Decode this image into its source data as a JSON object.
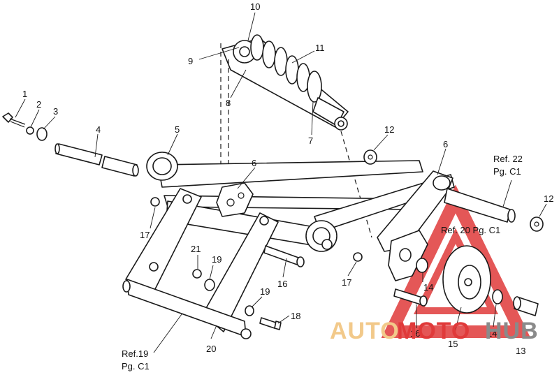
{
  "diagram": {
    "callouts": [
      {
        "id": "c1",
        "text": "1"
      },
      {
        "id": "c2",
        "text": "2"
      },
      {
        "id": "c3",
        "text": "3"
      },
      {
        "id": "c4",
        "text": "4"
      },
      {
        "id": "c5",
        "text": "5"
      },
      {
        "id": "c6a",
        "text": "6"
      },
      {
        "id": "c6b",
        "text": "6"
      },
      {
        "id": "c7",
        "text": "7"
      },
      {
        "id": "c8",
        "text": "8"
      },
      {
        "id": "c9",
        "text": "9"
      },
      {
        "id": "c10",
        "text": "10"
      },
      {
        "id": "c11",
        "text": "11"
      },
      {
        "id": "c12a",
        "text": "12"
      },
      {
        "id": "c12b",
        "text": "12"
      },
      {
        "id": "c13",
        "text": "13"
      },
      {
        "id": "c14a",
        "text": "14"
      },
      {
        "id": "c14b",
        "text": "14"
      },
      {
        "id": "c15",
        "text": "15"
      },
      {
        "id": "c16a",
        "text": "16"
      },
      {
        "id": "c16b",
        "text": "16"
      },
      {
        "id": "c17a",
        "text": "17"
      },
      {
        "id": "c17b",
        "text": "17"
      },
      {
        "id": "c18",
        "text": "18"
      },
      {
        "id": "c19a",
        "text": "19"
      },
      {
        "id": "c19b",
        "text": "19"
      },
      {
        "id": "c20",
        "text": "20"
      },
      {
        "id": "c21",
        "text": "21"
      }
    ],
    "references": {
      "ref22_line1": "Ref. 22",
      "ref22_line2": "Pg. C1",
      "ref20": "Ref. 20 Pg. C1",
      "ref19_line1": "Ref.19",
      "ref19_line2": "Pg. C1"
    }
  },
  "watermark": {
    "part1": "AUTO",
    "part2": "MOTO",
    "part3": "HUB",
    "colors": {
      "auto": "#f2c98a",
      "moto": "#e03a3a",
      "hub": "#8a8a8a",
      "logo": "#e03a3a"
    }
  }
}
